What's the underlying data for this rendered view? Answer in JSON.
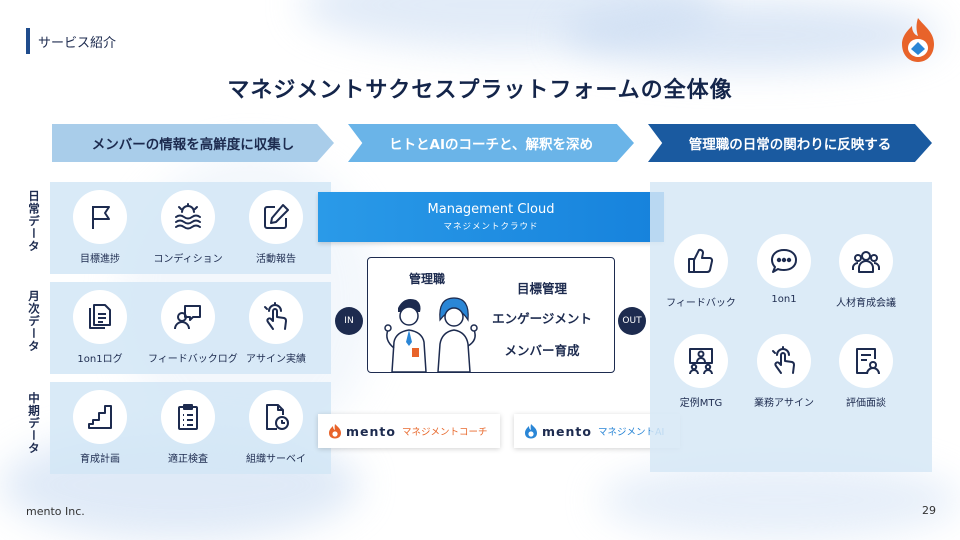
{
  "header": {
    "section_label": "サービス紹介",
    "title": "マネジメントサクセスプラットフォームの全体像"
  },
  "steps": [
    {
      "label": "メンバーの情報を高鮮度に収集し"
    },
    {
      "label": "ヒトとAIのコーチと、解釈を深め"
    },
    {
      "label": "管理職の日常の関わりに反映する"
    }
  ],
  "rows": [
    {
      "label": "日常データ",
      "items": [
        {
          "label": "目標進捗",
          "icon": "flag-icon"
        },
        {
          "label": "コンディション",
          "icon": "waves-icon"
        },
        {
          "label": "活動報告",
          "icon": "edit-icon"
        }
      ]
    },
    {
      "label": "月次データ",
      "items": [
        {
          "label": "1on1ログ",
          "icon": "documents-icon"
        },
        {
          "label": "フィードバックログ",
          "icon": "feedback-person-icon"
        },
        {
          "label": "アサイン実績",
          "icon": "tap-hand-icon"
        }
      ]
    },
    {
      "label": "中期データ",
      "items": [
        {
          "label": "育成計画",
          "icon": "stairs-icon"
        },
        {
          "label": "適正検査",
          "icon": "clipboard-icon"
        },
        {
          "label": "組織サーベイ",
          "icon": "report-clock-icon"
        }
      ]
    }
  ],
  "center": {
    "banner_title": "Management Cloud",
    "banner_sub": "マネジメントクラウド",
    "manager_heading": "管理職",
    "manager_items": [
      "目標管理",
      "エンゲージメント",
      "メンバー育成"
    ],
    "in_label": "IN",
    "out_label": "OUT"
  },
  "products": [
    {
      "brand": "mento",
      "name": "マネジメントコーチ",
      "color": "#e86a2e"
    },
    {
      "brand": "mento",
      "name": "マネジメントAI",
      "color": "#2a86d6"
    }
  ],
  "outputs": [
    {
      "label": "フィードバック",
      "icon": "thumbs-up-icon"
    },
    {
      "label": "1on1",
      "icon": "chat-bubble-icon"
    },
    {
      "label": "人材育成会議",
      "icon": "group-icon"
    },
    {
      "label": "定例MTG",
      "icon": "video-meeting-icon"
    },
    {
      "label": "業務アサイン",
      "icon": "tap-hand-icon"
    },
    {
      "label": "評価面談",
      "icon": "evaluation-form-icon"
    }
  ],
  "footer": {
    "company": "mento Inc.",
    "page_number": "29"
  },
  "colors": {
    "navy": "#1d2b4f",
    "step1": "#a9cdea",
    "step2": "#6ab4e8",
    "step3": "#1a5aa0",
    "brand_orange": "#e86a2e",
    "brand_blue": "#2a86d6"
  }
}
